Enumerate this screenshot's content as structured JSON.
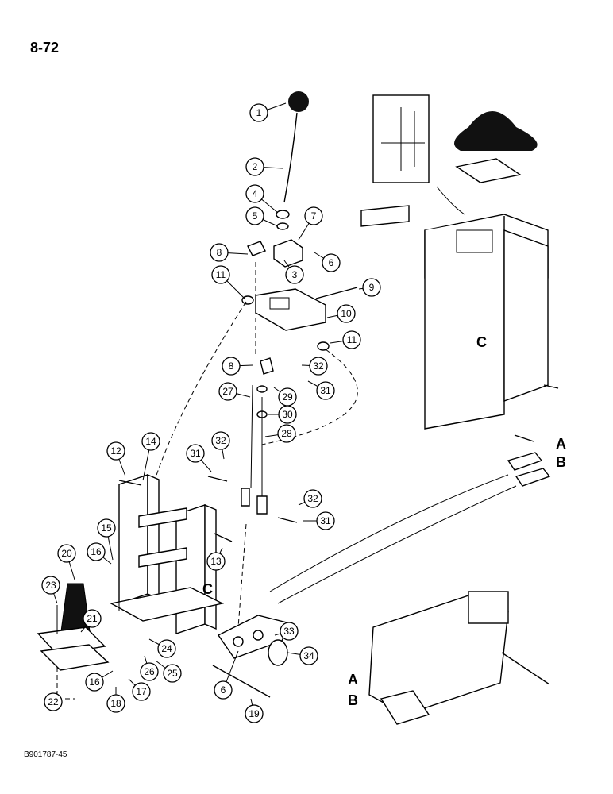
{
  "page_number": "8-72",
  "figure_code": "B901787-45",
  "reference_letters": {
    "a": "A",
    "b": "B",
    "c": "C"
  },
  "callouts": [
    "1",
    "2",
    "3",
    "4",
    "5",
    "6",
    "7",
    "8",
    "9",
    "10",
    "11",
    "12",
    "13",
    "14",
    "15",
    "16",
    "17",
    "18",
    "19",
    "20",
    "21",
    "22",
    "23",
    "24",
    "25",
    "26",
    "27",
    "28",
    "29",
    "30",
    "31",
    "32",
    "33",
    "34"
  ]
}
